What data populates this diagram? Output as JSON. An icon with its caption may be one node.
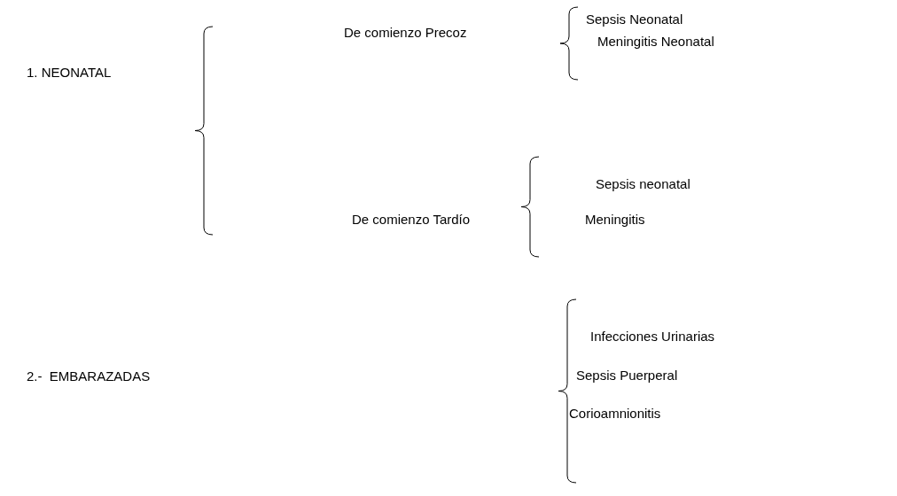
{
  "diagram": {
    "labels": [
      "Sepsis Neonatal",
      "De comienzo Precoz",
      "Meningitis Neonatal",
      "1. NEONATAL",
      "Sepsis neonatal",
      "De comienzo Tardío",
      "Meningitis",
      "Infecciones Urinarias",
      "2.-  EMBARAZADAS",
      "Sepsis Puerperal",
      "Corioamnionitis"
    ]
  }
}
